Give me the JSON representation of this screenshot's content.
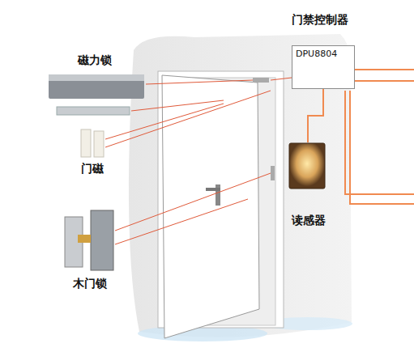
{
  "diagram": {
    "nodes": [
      {
        "text": [
          "门禁控制器",
          "DPU8804"
        ]
      },
      {
        "text": [
          "读感器"
        ]
      }
    ],
    "edges": [
      {
        "from": 0,
        "to": 1,
        "arrow": "none"
      }
    ],
    "labels": [
      "磁力锁",
      "门磁",
      "木门锁"
    ]
  }
}
